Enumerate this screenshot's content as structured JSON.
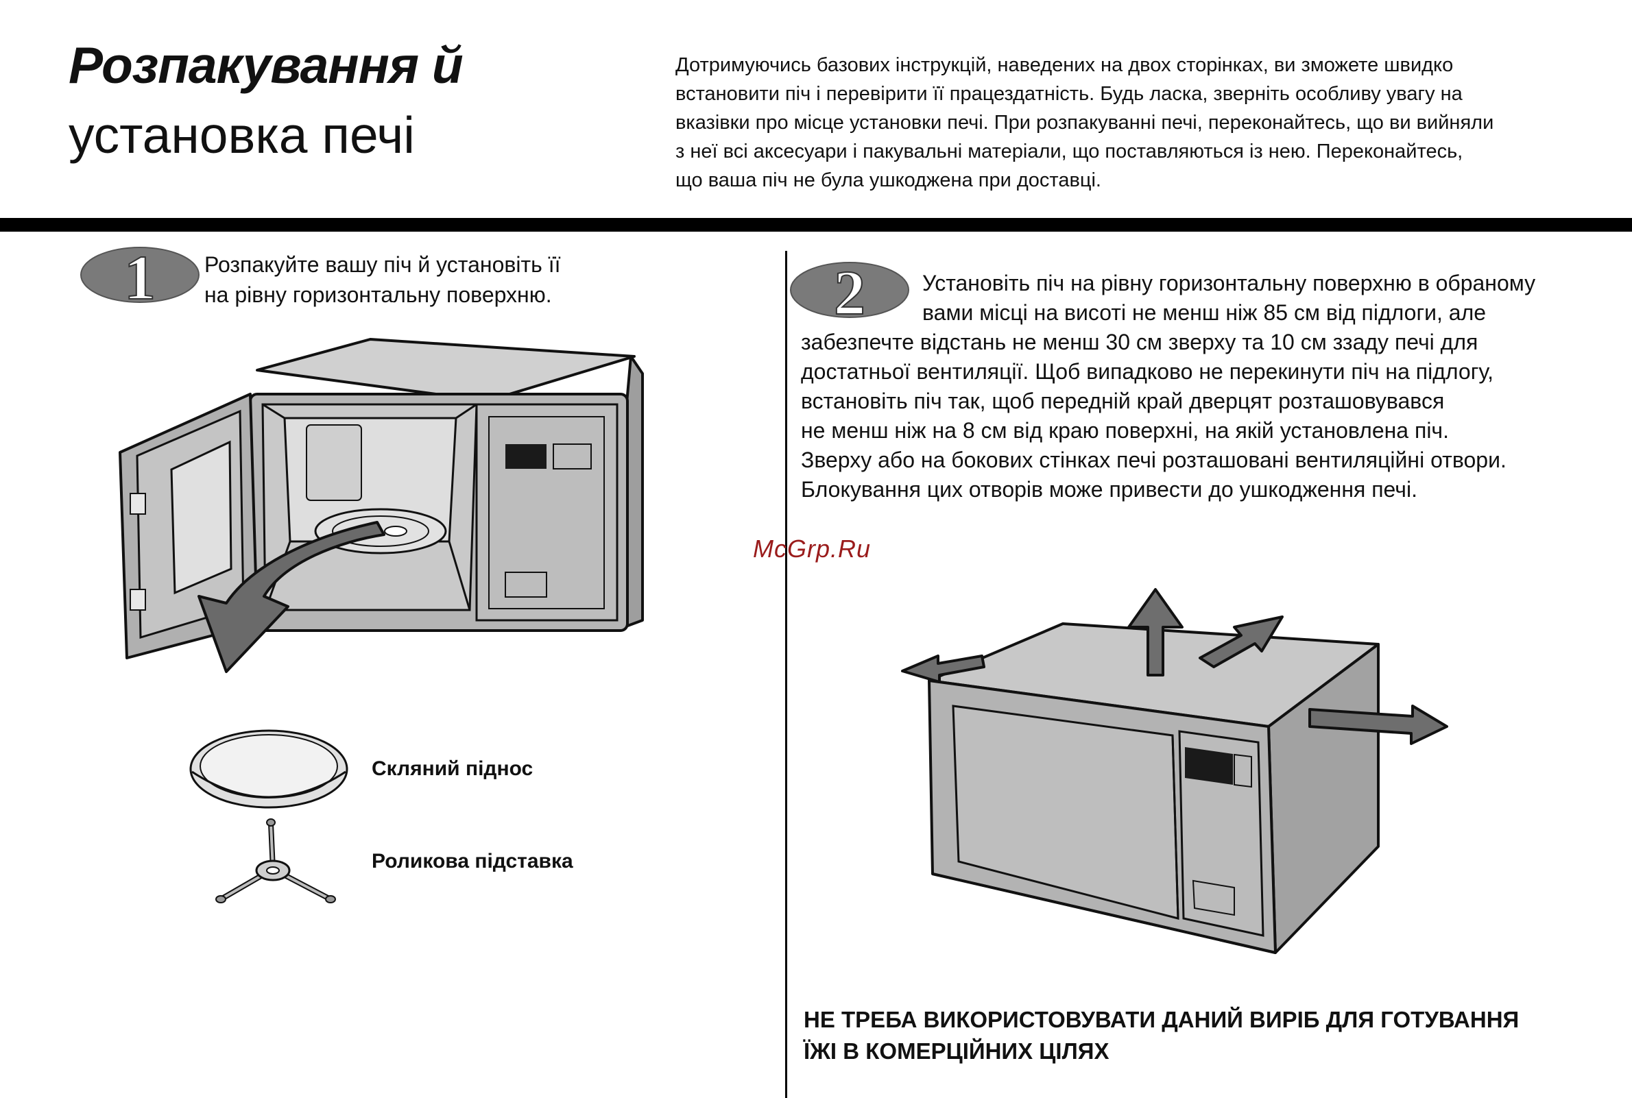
{
  "header": {
    "title_line1": "Розпакування й",
    "title_line2": "установка печі",
    "intro": "Дотримуючись базових інструкцій, наведених на двох сторінках, ви зможете швидко\nвстановити піч і перевірити її працездатність. Будь ласка, зверніть особливу увагу на\nвказівки про місце установки печі. При розпакуванні печі, переконайтесь, що ви вийняли\nз неї всі аксесуари і пакувальні матеріали, що поставляються із нею. Переконайтесь,\nщо ваша піч не була ушкоджена при доставці."
  },
  "step1": {
    "number": "1",
    "text": "Розпакуйте вашу піч й установіть її\nна рівну горизонтальну поверхню.",
    "tray_label": "Скляний піднос",
    "roller_label": "Роликова підставка"
  },
  "step2": {
    "number": "2",
    "lead": "Установіть піч на рівну горизонтальну поверхню в обраному\nвами місці на висоті не менш ніж 85 см від підлоги, але",
    "body": "забезпечте відстань не менш 30 см зверху та 10 см ззаду печі для\nдостатньої вентиляції.  Щоб випадково не перекинути піч на підлогу,\nвстановіть піч так, щоб передній край дверцят розташовувався\nне менш ніж на 8 см від краю поверхні, на якій установлена піч.\nЗверху або на бокових стінках печі розташовані вентиляційні отвори.\nБлокування цих отворів може привести до ушкодження печі.",
    "warning": "НЕ ТРЕБА ВИКОРИСТОВУВАТИ ДАНИЙ ВИРІБ ДЛЯ ГОТУВАННЯ\nЇЖІ В КОМЕРЦІЙНИХ ЦІЛЯХ"
  },
  "watermark": "McGrp.Ru",
  "colors": {
    "ink": "#111111",
    "oven_gray": "#b8b8b8",
    "oven_light": "#d6d6d6",
    "arrow_gray": "#6e6e6e",
    "watermark": "#9a1b1b"
  }
}
